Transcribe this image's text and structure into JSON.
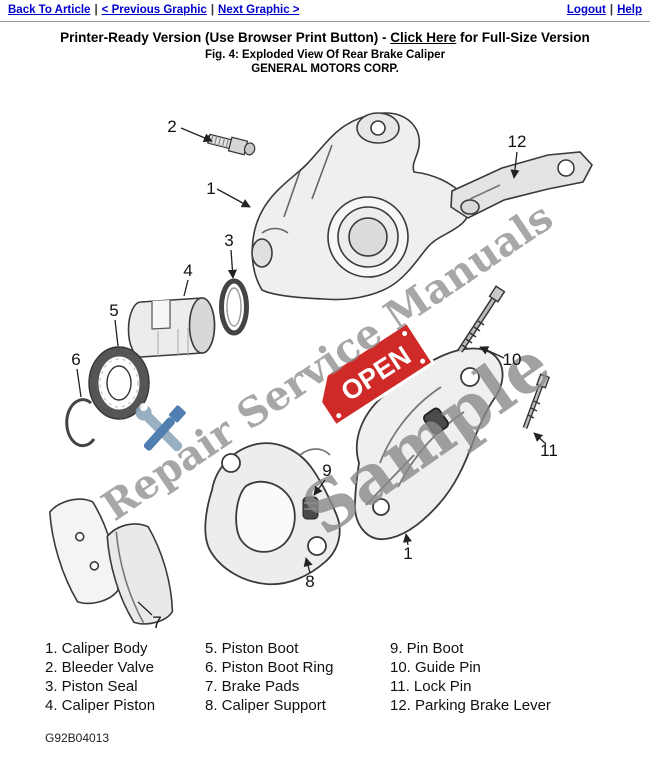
{
  "header": {
    "divider": "|",
    "links": {
      "back_to_article": "Back To Article",
      "previous_graphic": "< Previous Graphic",
      "next_graphic": "Next Graphic >",
      "logout": "Logout",
      "help": "Help"
    }
  },
  "title_bar": {
    "prefix": "Printer-Ready Version (Use Browser Print Button) - ",
    "link": "Click Here",
    "suffix": " for Full-Size Version"
  },
  "figure": {
    "caption": "Fig. 4: Exploded View Of Rear Brake Caliper",
    "manufacturer": "GENERAL MOTORS CORP.",
    "document_code": "G92B04013"
  },
  "diagram": {
    "callouts": {
      "c1": "1",
      "c1b": "1",
      "c2": "2",
      "c3": "3",
      "c4": "4",
      "c5": "5",
      "c6": "6",
      "c7": "7",
      "c8": "8",
      "c9": "9",
      "c10": "10",
      "c11": "11",
      "c12": "12"
    },
    "watermark": {
      "text": "Repair Service Manuals",
      "sample": "Sample",
      "open_sign": "OPEN"
    }
  },
  "legend": {
    "items": [
      "1. Caliper Body",
      "2. Bleeder Valve",
      "3. Piston Seal",
      "4. Caliper Piston",
      "5. Piston Boot",
      "6. Piston Boot Ring",
      "7. Brake Pads",
      "8. Caliper Support",
      "9. Pin Boot",
      "10. Guide Pin",
      "11. Lock Pin",
      "12. Parking Brake Lever"
    ]
  },
  "colors": {
    "link_blue": "#0000cc",
    "watermark_gray": "#8a8a8a",
    "open_sign_red": "#cf2a27"
  }
}
